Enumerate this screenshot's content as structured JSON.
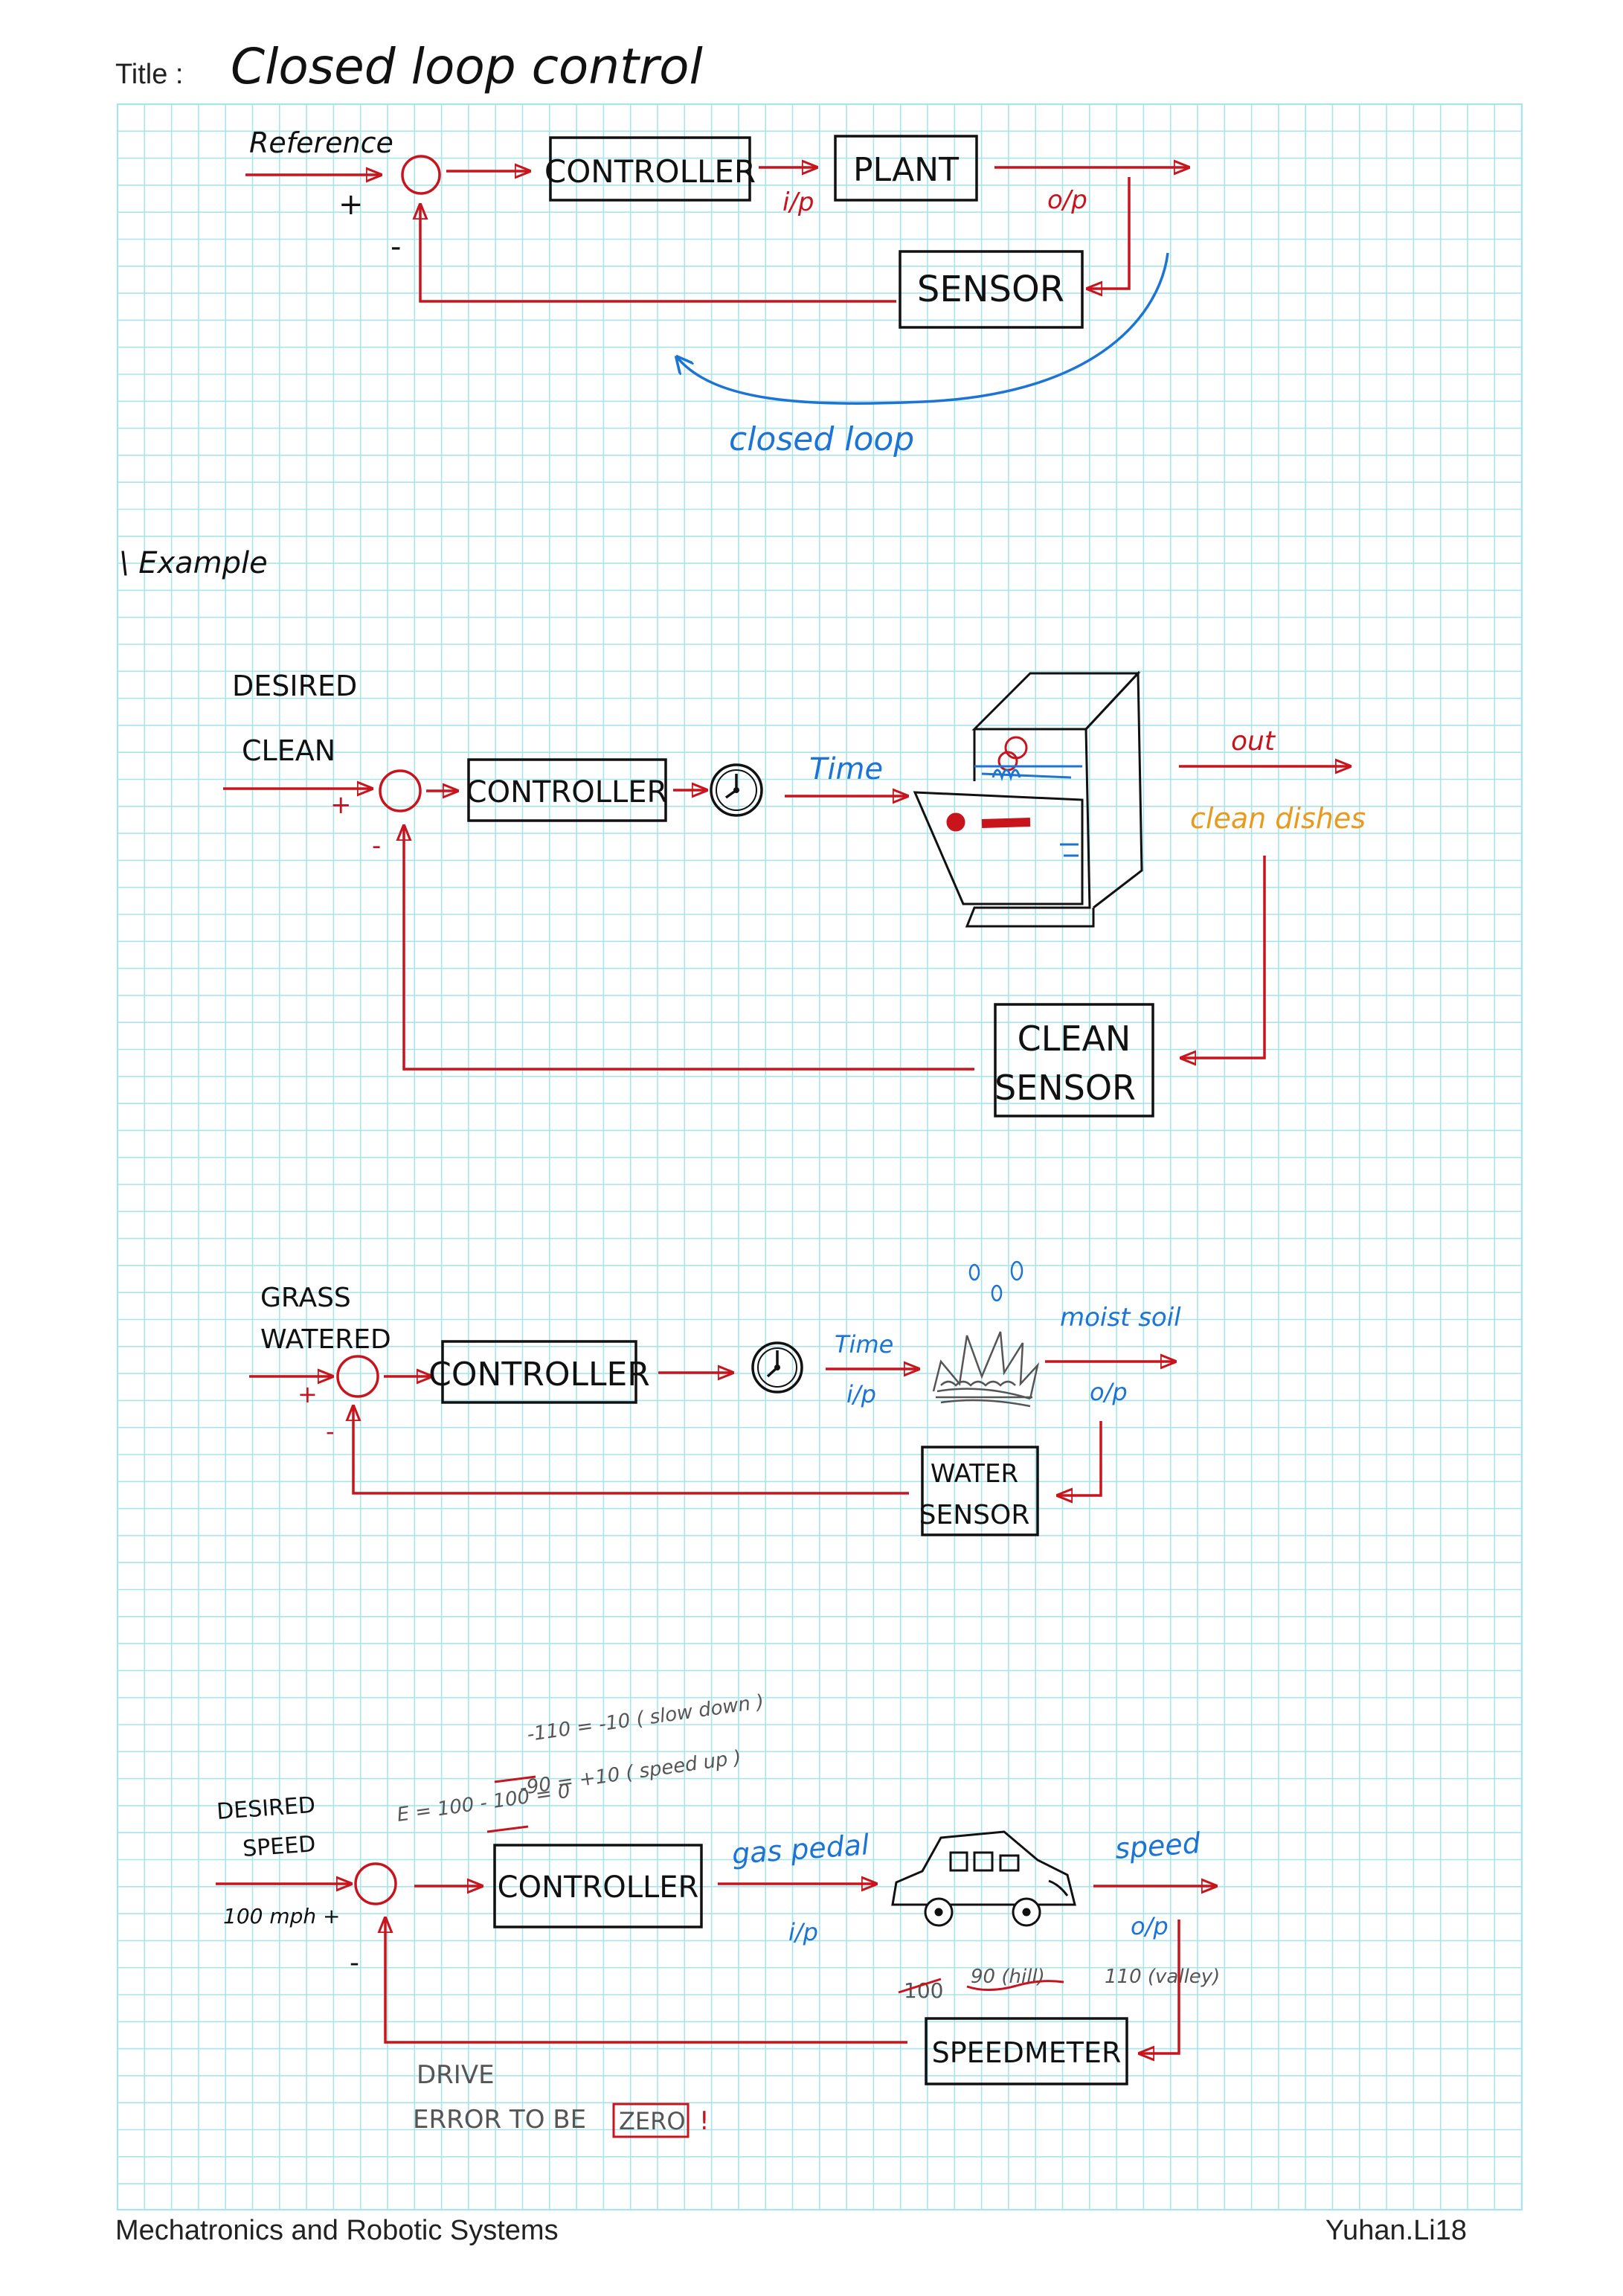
{
  "page": {
    "title_label": "Title :",
    "title": "Closed loop control",
    "footer_left": "Mechatronics and Robotic Systems",
    "footer_right": "Yuhan.Li18"
  },
  "colors": {
    "grid": "#a8e4ec",
    "ink": "#111111",
    "red": "#c8141c",
    "blue": "#1c74d4",
    "orange": "#e89a1c",
    "grey": "#555555"
  },
  "diagram1": {
    "reference": "Reference",
    "plus": "+",
    "minus": "-",
    "controller": "CONTROLLER",
    "ip": "i/p",
    "plant": "PLANT",
    "op": "o/p",
    "sensor": "SENSOR",
    "loop_label": "closed loop"
  },
  "example_heading": "\\ Example",
  "diagram2": {
    "input_line1": "DESIRED",
    "input_line2": "CLEAN",
    "plus": "+",
    "minus": "-",
    "controller": "CONTROLLER",
    "time": "Time",
    "out": "out",
    "output": "clean dishes",
    "sensor_line1": "CLEAN",
    "sensor_line2": "SENSOR"
  },
  "diagram3": {
    "input_line1": "GRASS",
    "input_line2": "WATERED",
    "plus": "+",
    "minus": "-",
    "controller": "CONTROLLER",
    "time": "Time",
    "ip": "i/p",
    "output": "moist soil",
    "op": "o/p",
    "sensor_line1": "WATER",
    "sensor_line2": "SENSOR"
  },
  "diagram4": {
    "input_line1": "DESIRED",
    "input_line2": "SPEED",
    "input_value": "100 mph +",
    "minus": "-",
    "note_line1": "-110  = -10  ( slow down )",
    "note_line2": "E = 100 - 100 = 0",
    "note_line3": "-90  = +10  ( speed up )",
    "controller": "CONTROLLER",
    "gas": "gas pedal",
    "ip": "i/p",
    "speed": "speed",
    "op": "o/p",
    "disturb_100": "100",
    "disturb_90": "90 (hill)",
    "disturb_110": "110 (valley)",
    "sensor": "SPEEDMETER",
    "drive_line1": "DRIVE",
    "drive_line2": "ERROR  TO  BE",
    "zero": "ZERO",
    "bang": "!"
  }
}
